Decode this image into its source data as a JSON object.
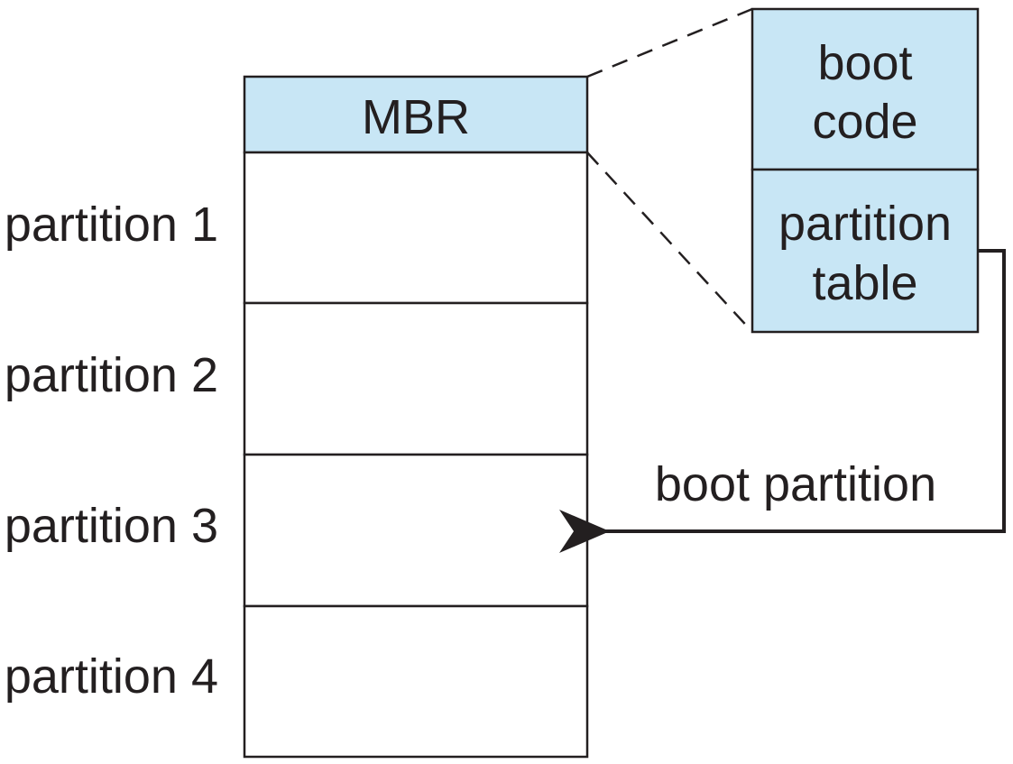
{
  "colors": {
    "mbr_fill": "#c8e6f5",
    "cell_fill": "#ffffff",
    "stroke": "#231f20",
    "text": "#231f20"
  },
  "disk": {
    "mbr_label": "MBR",
    "partitions": [
      {
        "label": "partition 1"
      },
      {
        "label": "partition 2"
      },
      {
        "label": "partition 3"
      },
      {
        "label": "partition 4"
      }
    ]
  },
  "mbr_detail": {
    "boot_code": {
      "line1": "boot",
      "line2": "code"
    },
    "partition_table": {
      "line1": "partition",
      "line2": "table"
    }
  },
  "arrow": {
    "label": "boot partition",
    "points_to": "partition 3"
  }
}
